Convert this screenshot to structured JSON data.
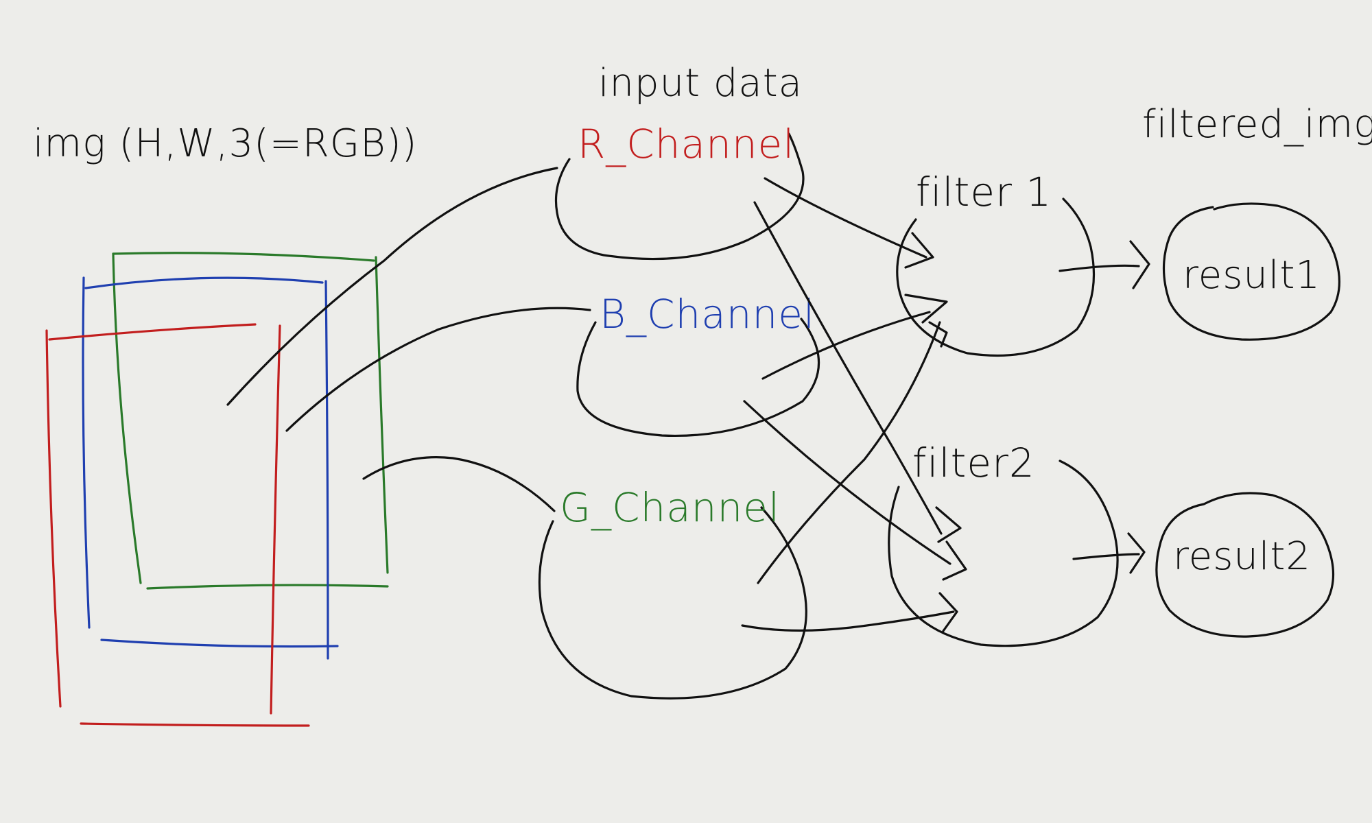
{
  "diagram": {
    "img_label": "img (H,W,3(=RGB))",
    "input_title": "input data",
    "output_title": "filtered_img",
    "channels": [
      {
        "label": "R_Channel",
        "color": "#c21e1e"
      },
      {
        "label": "B_Channel",
        "color": "#1f3fb0"
      },
      {
        "label": "G_Channel",
        "color": "#2a7a2a"
      }
    ],
    "filters": [
      "filter 1",
      "filter2"
    ],
    "results": [
      "result1",
      "result2"
    ]
  },
  "colors": {
    "background": "#ededea",
    "ink": "#111111"
  }
}
